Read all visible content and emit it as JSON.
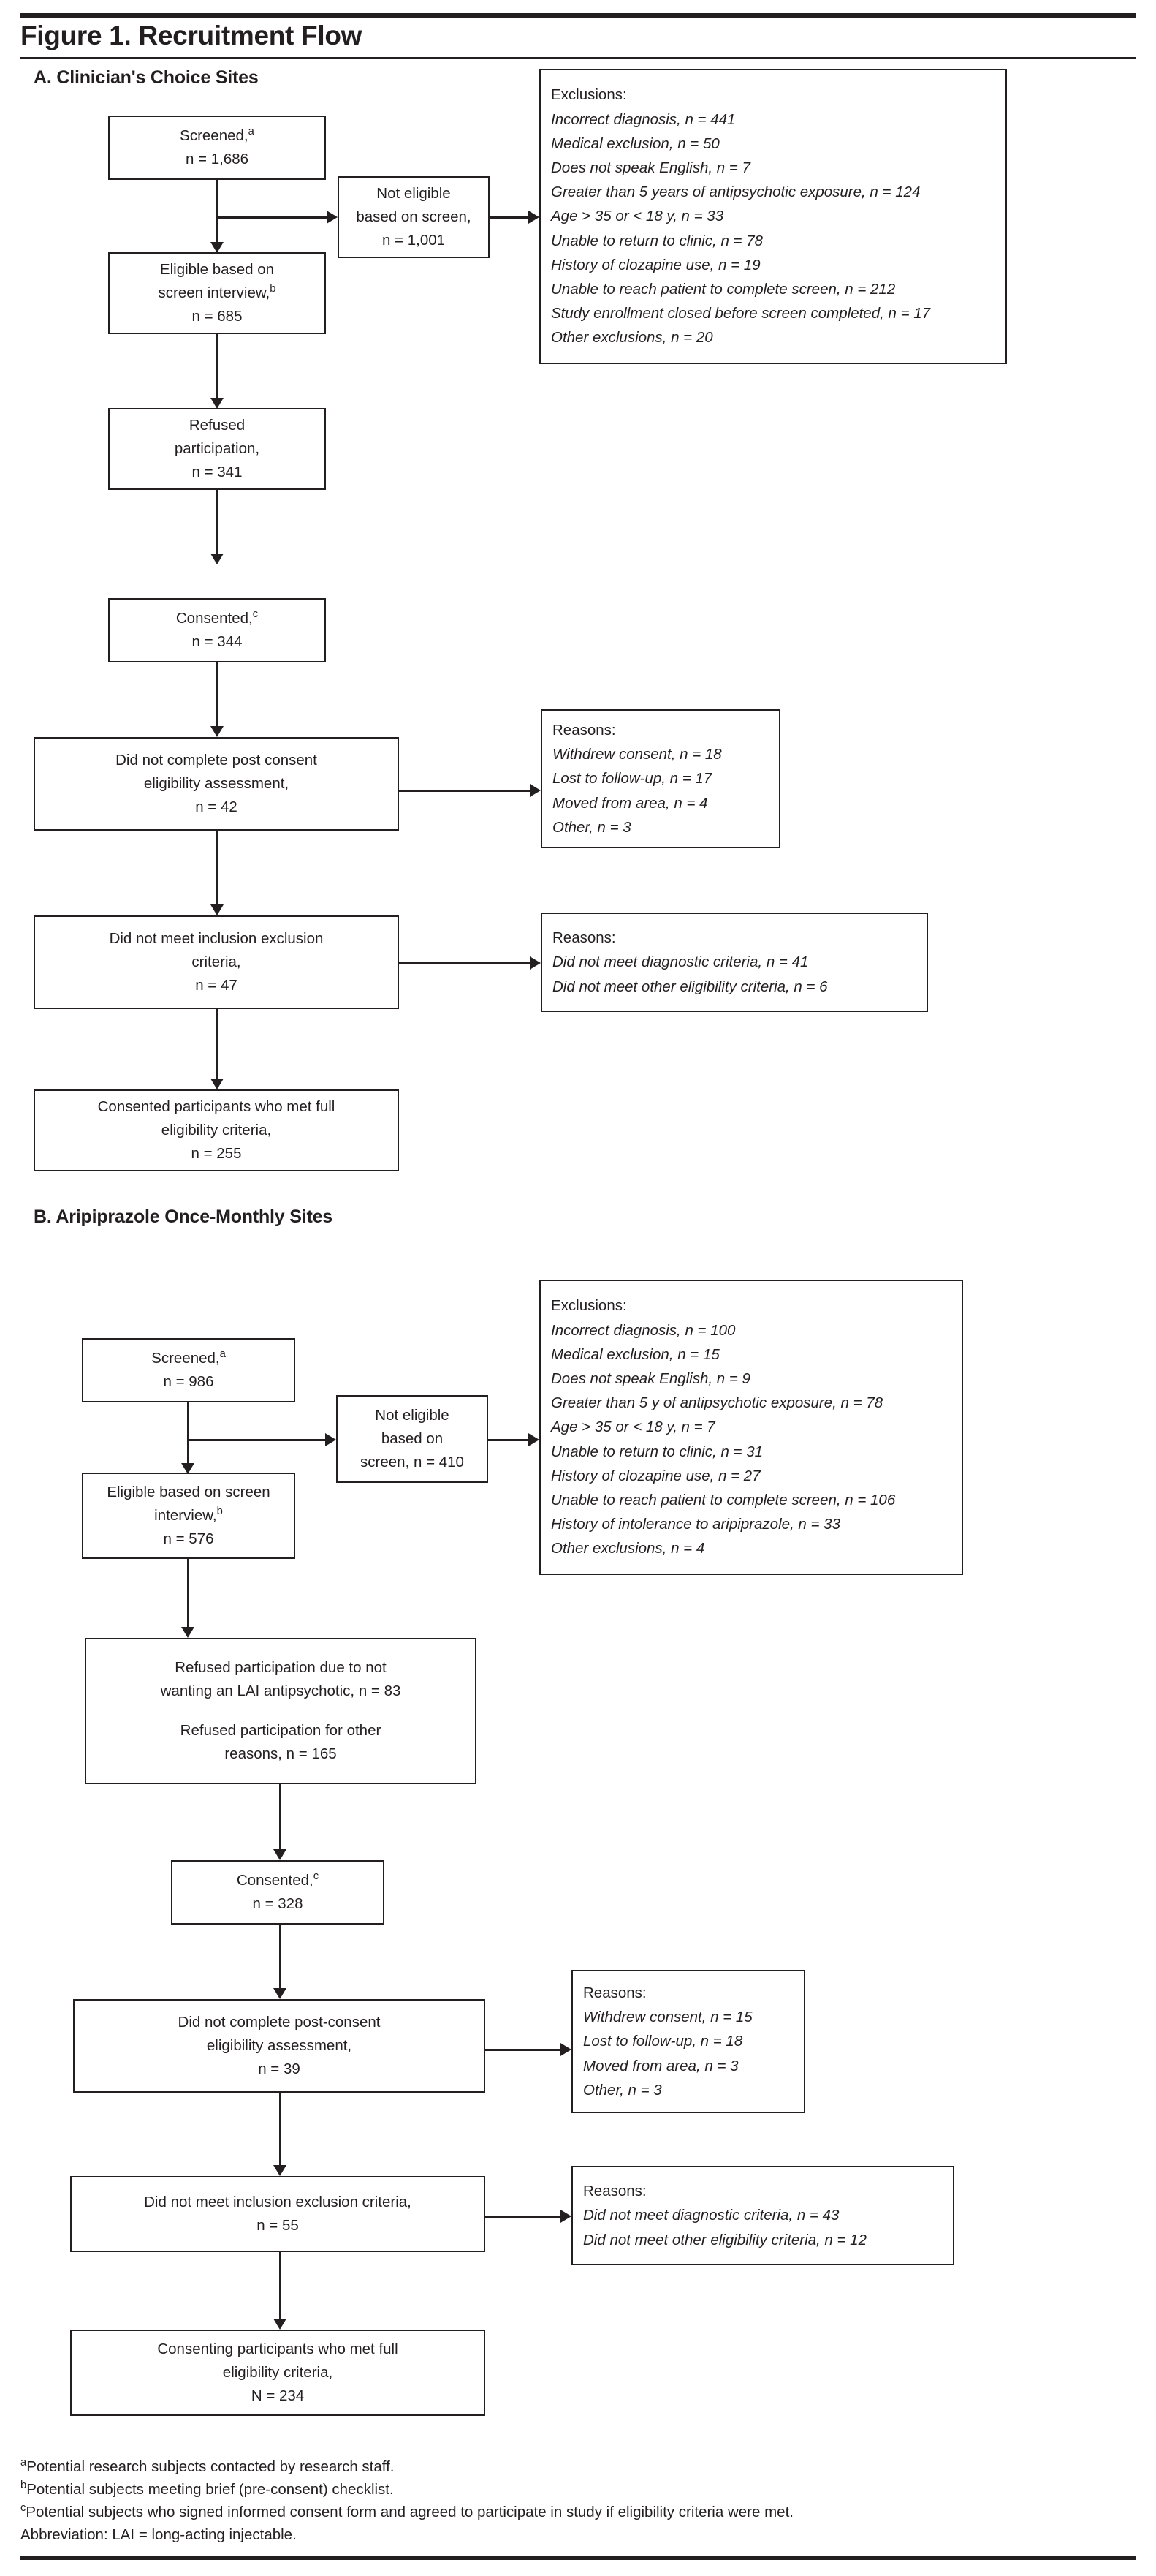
{
  "figure": {
    "title": "Figure 1. Recruitment Flow"
  },
  "panels": [
    {
      "label": "A. Clinician's Choice Sites",
      "boxes": {
        "screened": {
          "line1": "Screened,",
          "sup": "a",
          "line2": "n = 1,686"
        },
        "not_eligible": {
          "line1": "Not eligible",
          "line2": "based on screen,",
          "line3": "n = 1,001"
        },
        "eligible": {
          "line1": "Eligible based on",
          "line2": "screen interview,",
          "sup": "b",
          "line3": "n = 685"
        },
        "refused": {
          "line1": "Refused",
          "line2": "participation,",
          "line3": "n = 341"
        },
        "consented": {
          "line1": "Consented,",
          "sup": "c",
          "line2": "n = 344"
        },
        "no_post_consent": {
          "line1": "Did not complete post consent",
          "line2": "eligibility assessment,",
          "line3": "n = 42"
        },
        "no_incl_excl": {
          "line1": "Did not meet inclusion exclusion",
          "line2": "criteria,",
          "line3": "n = 47"
        },
        "final": {
          "line1": "Consented participants who met full",
          "line2": "eligibility criteria,",
          "line3": "n = 255"
        }
      },
      "exclusions": {
        "heading": "Exclusions:",
        "items": [
          "Incorrect diagnosis, n = 441",
          "Medical exclusion, n = 50",
          "Does not speak English, n = 7",
          "Greater than 5 years of antipsychotic exposure, n = 124",
          "Age > 35 or < 18 y, n = 33",
          "Unable to return to clinic, n = 78",
          "History of clozapine use, n = 19",
          "Unable to reach patient to complete screen, n = 212",
          "Study enrollment closed before screen completed, n = 17",
          "Other exclusions, n = 20"
        ]
      },
      "reasons_post_consent": {
        "heading": "Reasons:",
        "items": [
          "Withdrew consent, n  =  18",
          "Lost to follow-up, n  =  17",
          "Moved from area, n  =  4",
          "Other, n  =  3"
        ]
      },
      "reasons_incl_excl": {
        "heading": "Reasons:",
        "items": [
          "Did not meet diagnostic criteria, n = 41",
          "Did not meet other eligibility criteria, n = 6"
        ]
      }
    },
    {
      "label": "B. Aripiprazole Once-Monthly Sites",
      "boxes": {
        "screened": {
          "line1": "Screened,",
          "sup": "a",
          "line2": "n = 986"
        },
        "not_eligible": {
          "line1": "Not eligible",
          "line2": "based on",
          "line3": "screen, n = 410"
        },
        "eligible": {
          "line1": "Eligible based on screen",
          "line2": "interview,",
          "sup": "b",
          "line3": "n = 576"
        },
        "refused": {
          "line1": "Refused participation due to not",
          "line2": "wanting an LAI antipsychotic, n = 83",
          "line3": "Refused participation for other",
          "line4": "reasons, n = 165"
        },
        "consented": {
          "line1": "Consented,",
          "sup": "c",
          "line2": "n = 328"
        },
        "no_post_consent": {
          "line1": "Did not complete post-consent",
          "line2": "eligibility assessment,",
          "line3": "n = 39"
        },
        "no_incl_excl": {
          "line1": "Did not meet inclusion exclusion criteria,",
          "line2": "n = 55"
        },
        "final": {
          "line1": "Consenting participants who met full",
          "line2": "eligibility criteria,",
          "line3": "N = 234"
        }
      },
      "exclusions": {
        "heading": "Exclusions:",
        "items": [
          "Incorrect diagnosis, n = 100",
          "Medical exclusion, n = 15",
          "Does not speak English, n = 9",
          "Greater than 5 y of antipsychotic exposure, n = 78",
          "Age > 35 or < 18 y, n = 7",
          "Unable to return to clinic, n = 31",
          "History of clozapine use, n = 27",
          "Unable to reach patient to complete screen, n = 106",
          "History of intolerance to aripiprazole, n = 33",
          "Other exclusions, n = 4"
        ]
      },
      "reasons_post_consent": {
        "heading": "Reasons:",
        "items": [
          "Withdrew consent, n = 15",
          "Lost to follow-up, n = 18",
          "Moved from area, n = 3",
          "Other, n = 3"
        ]
      },
      "reasons_incl_excl": {
        "heading": "Reasons:",
        "items": [
          "Did not meet diagnostic criteria, n = 43",
          "Did not meet other eligibility criteria, n = 12"
        ]
      }
    }
  ],
  "footnotes": [
    {
      "marker": "a",
      "text": "Potential research subjects contacted by research staff."
    },
    {
      "marker": "b",
      "text": "Potential subjects meeting brief (pre-consent) checklist."
    },
    {
      "marker": "c",
      "text": "Potential subjects who signed informed consent form and agreed to participate in study if eligibility criteria were met."
    },
    {
      "marker": "",
      "text": "Abbreviation: LAI = long-acting injectable."
    }
  ]
}
